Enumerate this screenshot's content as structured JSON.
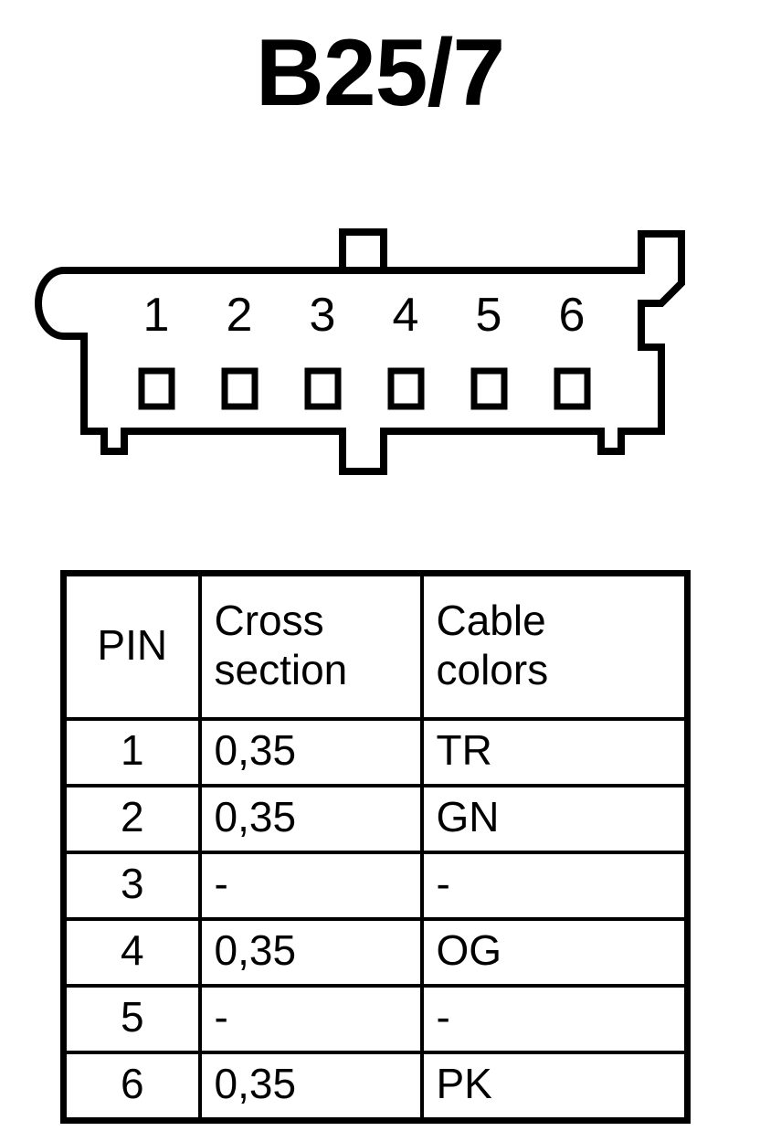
{
  "title": "B25/7",
  "connector": {
    "name": "6-way connector housing",
    "pin_count": 6,
    "pin_labels": [
      "1",
      "2",
      "3",
      "4",
      "5",
      "6"
    ],
    "features": [
      "top-latch-tab",
      "bottom-latch-tab",
      "left-rounded-tab",
      "right-chamfered-tab",
      "bottom-left-notch",
      "bottom-right-notch"
    ]
  },
  "table": {
    "headers": {
      "pin": "PIN",
      "cross_section": "Cross\nsection",
      "cable_colors": "Cable\ncolors"
    },
    "rows": [
      {
        "pin": "1",
        "cross_section": "0,35",
        "cable_colors": "TR"
      },
      {
        "pin": "2",
        "cross_section": "0,35",
        "cable_colors": "GN"
      },
      {
        "pin": "3",
        "cross_section": "-",
        "cable_colors": "-"
      },
      {
        "pin": "4",
        "cross_section": "0,35",
        "cable_colors": "OG"
      },
      {
        "pin": "5",
        "cross_section": "-",
        "cable_colors": "-"
      },
      {
        "pin": "6",
        "cross_section": "0,35",
        "cable_colors": "PK"
      }
    ]
  },
  "colors": {
    "ink": "#000000",
    "background": "#ffffff"
  }
}
